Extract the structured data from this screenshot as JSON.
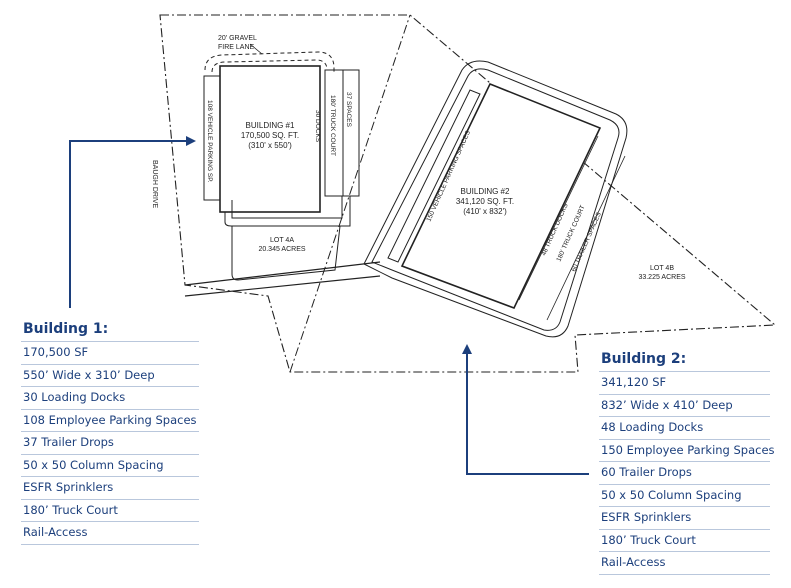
{
  "site_plan": {
    "fire_lane": [
      "20' GRAVEL",
      "FIRE LANE"
    ],
    "road": "BAUGH DRIVE",
    "building1": {
      "name": "BUILDING #1",
      "area": "170,500 SQ. FT.",
      "dims": "(310' x 550')",
      "parking": "108 VEHICLE PARKING SP.",
      "docks": "30 DOCKS",
      "court": "180' TRUCK COURT",
      "spaces": "37 SPACES"
    },
    "building2": {
      "name": "BUILDING #2",
      "area": "341,120 SQ. FT.",
      "dims": "(410' x 832')",
      "parking": "150 VEHICLE PARKING SPACES",
      "docks": "48 TRUCK DOCKS",
      "court": "180' TRUCK COURT",
      "trailers": "60 TRAILER SPACES"
    },
    "lot4a": {
      "name": "LOT 4A",
      "acres": "20.345 ACRES"
    },
    "lot4b": {
      "name": "LOT 4B",
      "acres": "33.225 ACRES"
    }
  },
  "panel1": {
    "title": "Building 1:",
    "items": [
      "170,500 SF",
      "550’ Wide x 310’ Deep",
      "30 Loading Docks",
      "108 Employee Parking Spaces",
      "37 Trailer Drops",
      "50 x 50 Column Spacing",
      "ESFR Sprinklers",
      "180’ Truck Court",
      "Rail-Access"
    ]
  },
  "panel2": {
    "title": "Building 2:",
    "items": [
      "341,120 SF",
      "832’ Wide x 410’ Deep",
      "48 Loading Docks",
      "150 Employee Parking Spaces",
      "60 Trailer Drops",
      "50 x 50 Column Spacing",
      "ESFR Sprinklers",
      "180’ Truck Court",
      "Rail-Access"
    ]
  },
  "colors": {
    "accent": "#1c3f7c",
    "divider": "#b9c7dc",
    "linework": "#222222"
  }
}
